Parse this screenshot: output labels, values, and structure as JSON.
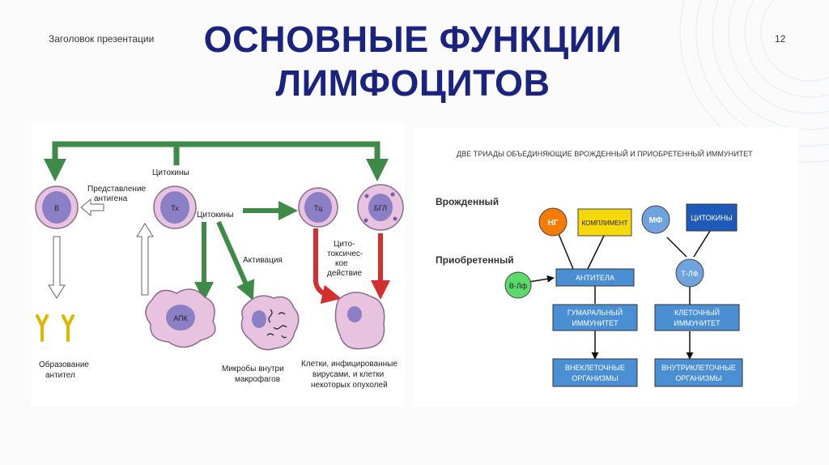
{
  "header": {
    "label": "Заголовок презентации",
    "title_line1": "ОСНОВНЫЕ ФУНКЦИИ",
    "title_line2": "ЛИМФОЦИТОВ",
    "slide_number": "12"
  },
  "left_diagram": {
    "cell_b": "В",
    "cell_th": "Тх",
    "cell_tc": "Тц",
    "cell_bgl": "БГЛ",
    "cell_apk": "АПК",
    "antigen_line1": "Представление",
    "antigen_line2": "антигена",
    "cytokines_top": "Цитокины",
    "cytokines_mid": "Цитокины",
    "activation": "Активация",
    "cyto_1": "Цито-",
    "cyto_2": "токсичес-",
    "cyto_3": "кое",
    "cyto_4": "действие",
    "antibody_1": "Образование",
    "antibody_2": "антител",
    "microbes_1": "Микробы внутри",
    "microbes_2": "макрофагов",
    "infected_1": "Клетки, инфицированные",
    "infected_2": "вирусами, и клетки",
    "infected_3": "некоторых опухолей"
  },
  "right_diagram": {
    "title": "ДВЕ ТРИАДЫ ОБЪЕДИНЯЮЩИЕ ВРОЖДЕННЫЙ И ПРИОБРЕТЕННЫЙ ИММУНИТЕТ",
    "innate": "Врожденный",
    "acquired": "Приобретенный",
    "ng": "НГ",
    "complement": "КОМПЛИМЕНТ",
    "mf": "МФ",
    "cytokines": "ЦИТОКИНЫ",
    "b_lf": "В-Лф",
    "antibodies": "АНТИТЕЛА",
    "t_lf": "Т-ЛФ",
    "humoral_1": "ГУМАРАЛЬНЫЙ",
    "humoral_2": "ИММУНИТЕТ",
    "cellular_1": "КЛЕТОЧНЫЙ",
    "cellular_2": "ИММУНИТЕТ",
    "extra_1": "ВНЕКЛЕТОЧНЫЕ",
    "extra_2": "ОРГАНИЗМЫ",
    "intra_1": "ВНУТРИКЛЕТОЧНЫЕ",
    "intra_2": "ОРГАНИЗМЫ"
  },
  "colors": {
    "title": "#1a237e",
    "green_arrow": "#3d8b47",
    "red_arrow": "#d32f2f",
    "cell_fill": "#e7c3df",
    "nucleus": "#8b7fc6",
    "box_blue": "#4a8fd4",
    "ng_orange": "#f57c00",
    "complement_yellow": "#f5d90a",
    "mf_blue": "#6fa3dd",
    "cytokines_navy": "#1e5bb8",
    "blf_green": "#5bd96b"
  }
}
